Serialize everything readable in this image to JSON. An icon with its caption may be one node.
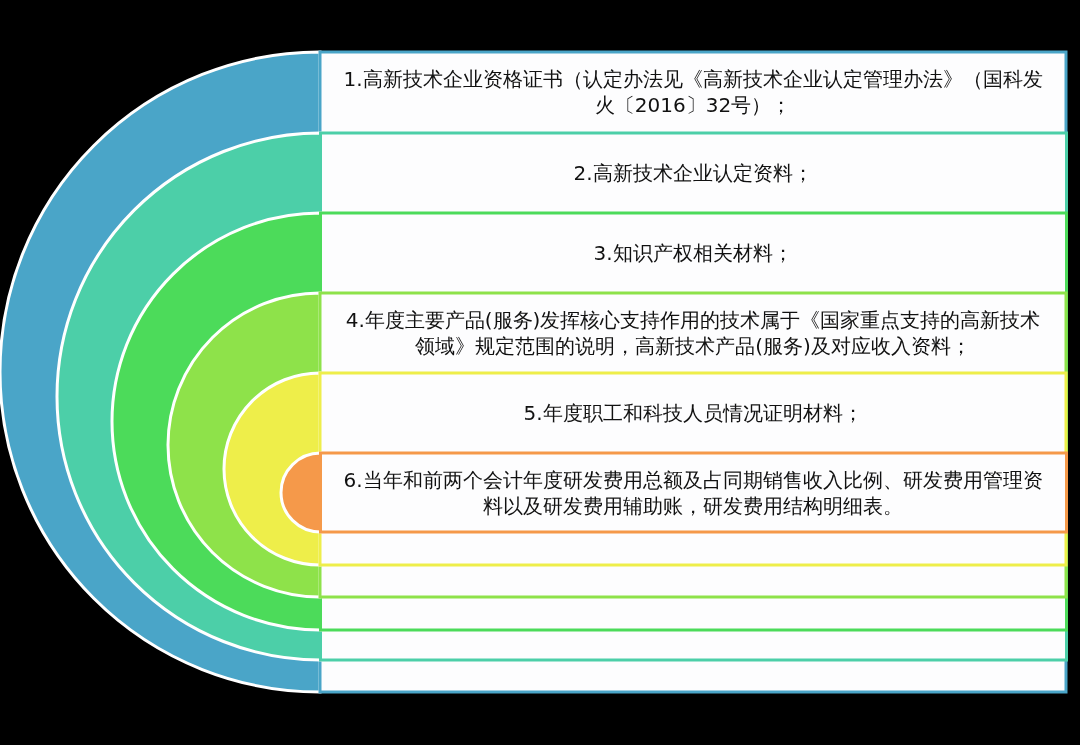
{
  "diagram": {
    "nodes": [
      {
        "text": [
          "1.高新技术企业资格证书（认定办法见《高新技术企业认定管理办法》（国科发火〔2016〕32号）；"
        ]
      },
      {
        "text": [
          "2.高新技术企业认定资料；"
        ],
        "in": 0
      },
      {
        "text": [
          "3.知识产权相关材料；"
        ],
        "in": 1
      },
      {
        "text": [
          "4.年度主要产品(服务)发挥核心支持作用的技术属于《国家重点支持的高新技术领域》规定范围的说明，高新技术产品(服务)及对应收入资料；"
        ],
        "in": 2
      },
      {
        "text": [
          "5.年度职工和科技人员情况证明材料；"
        ],
        "in": 3
      },
      {
        "text": [
          "6.当年和前两个会计年度研发费用总额及占同期销售收入比例、研发费用管理资料以及研发费用辅助账，研发费用结构明细表。"
        ],
        "in": 4
      }
    ],
    "edges": []
  }
}
